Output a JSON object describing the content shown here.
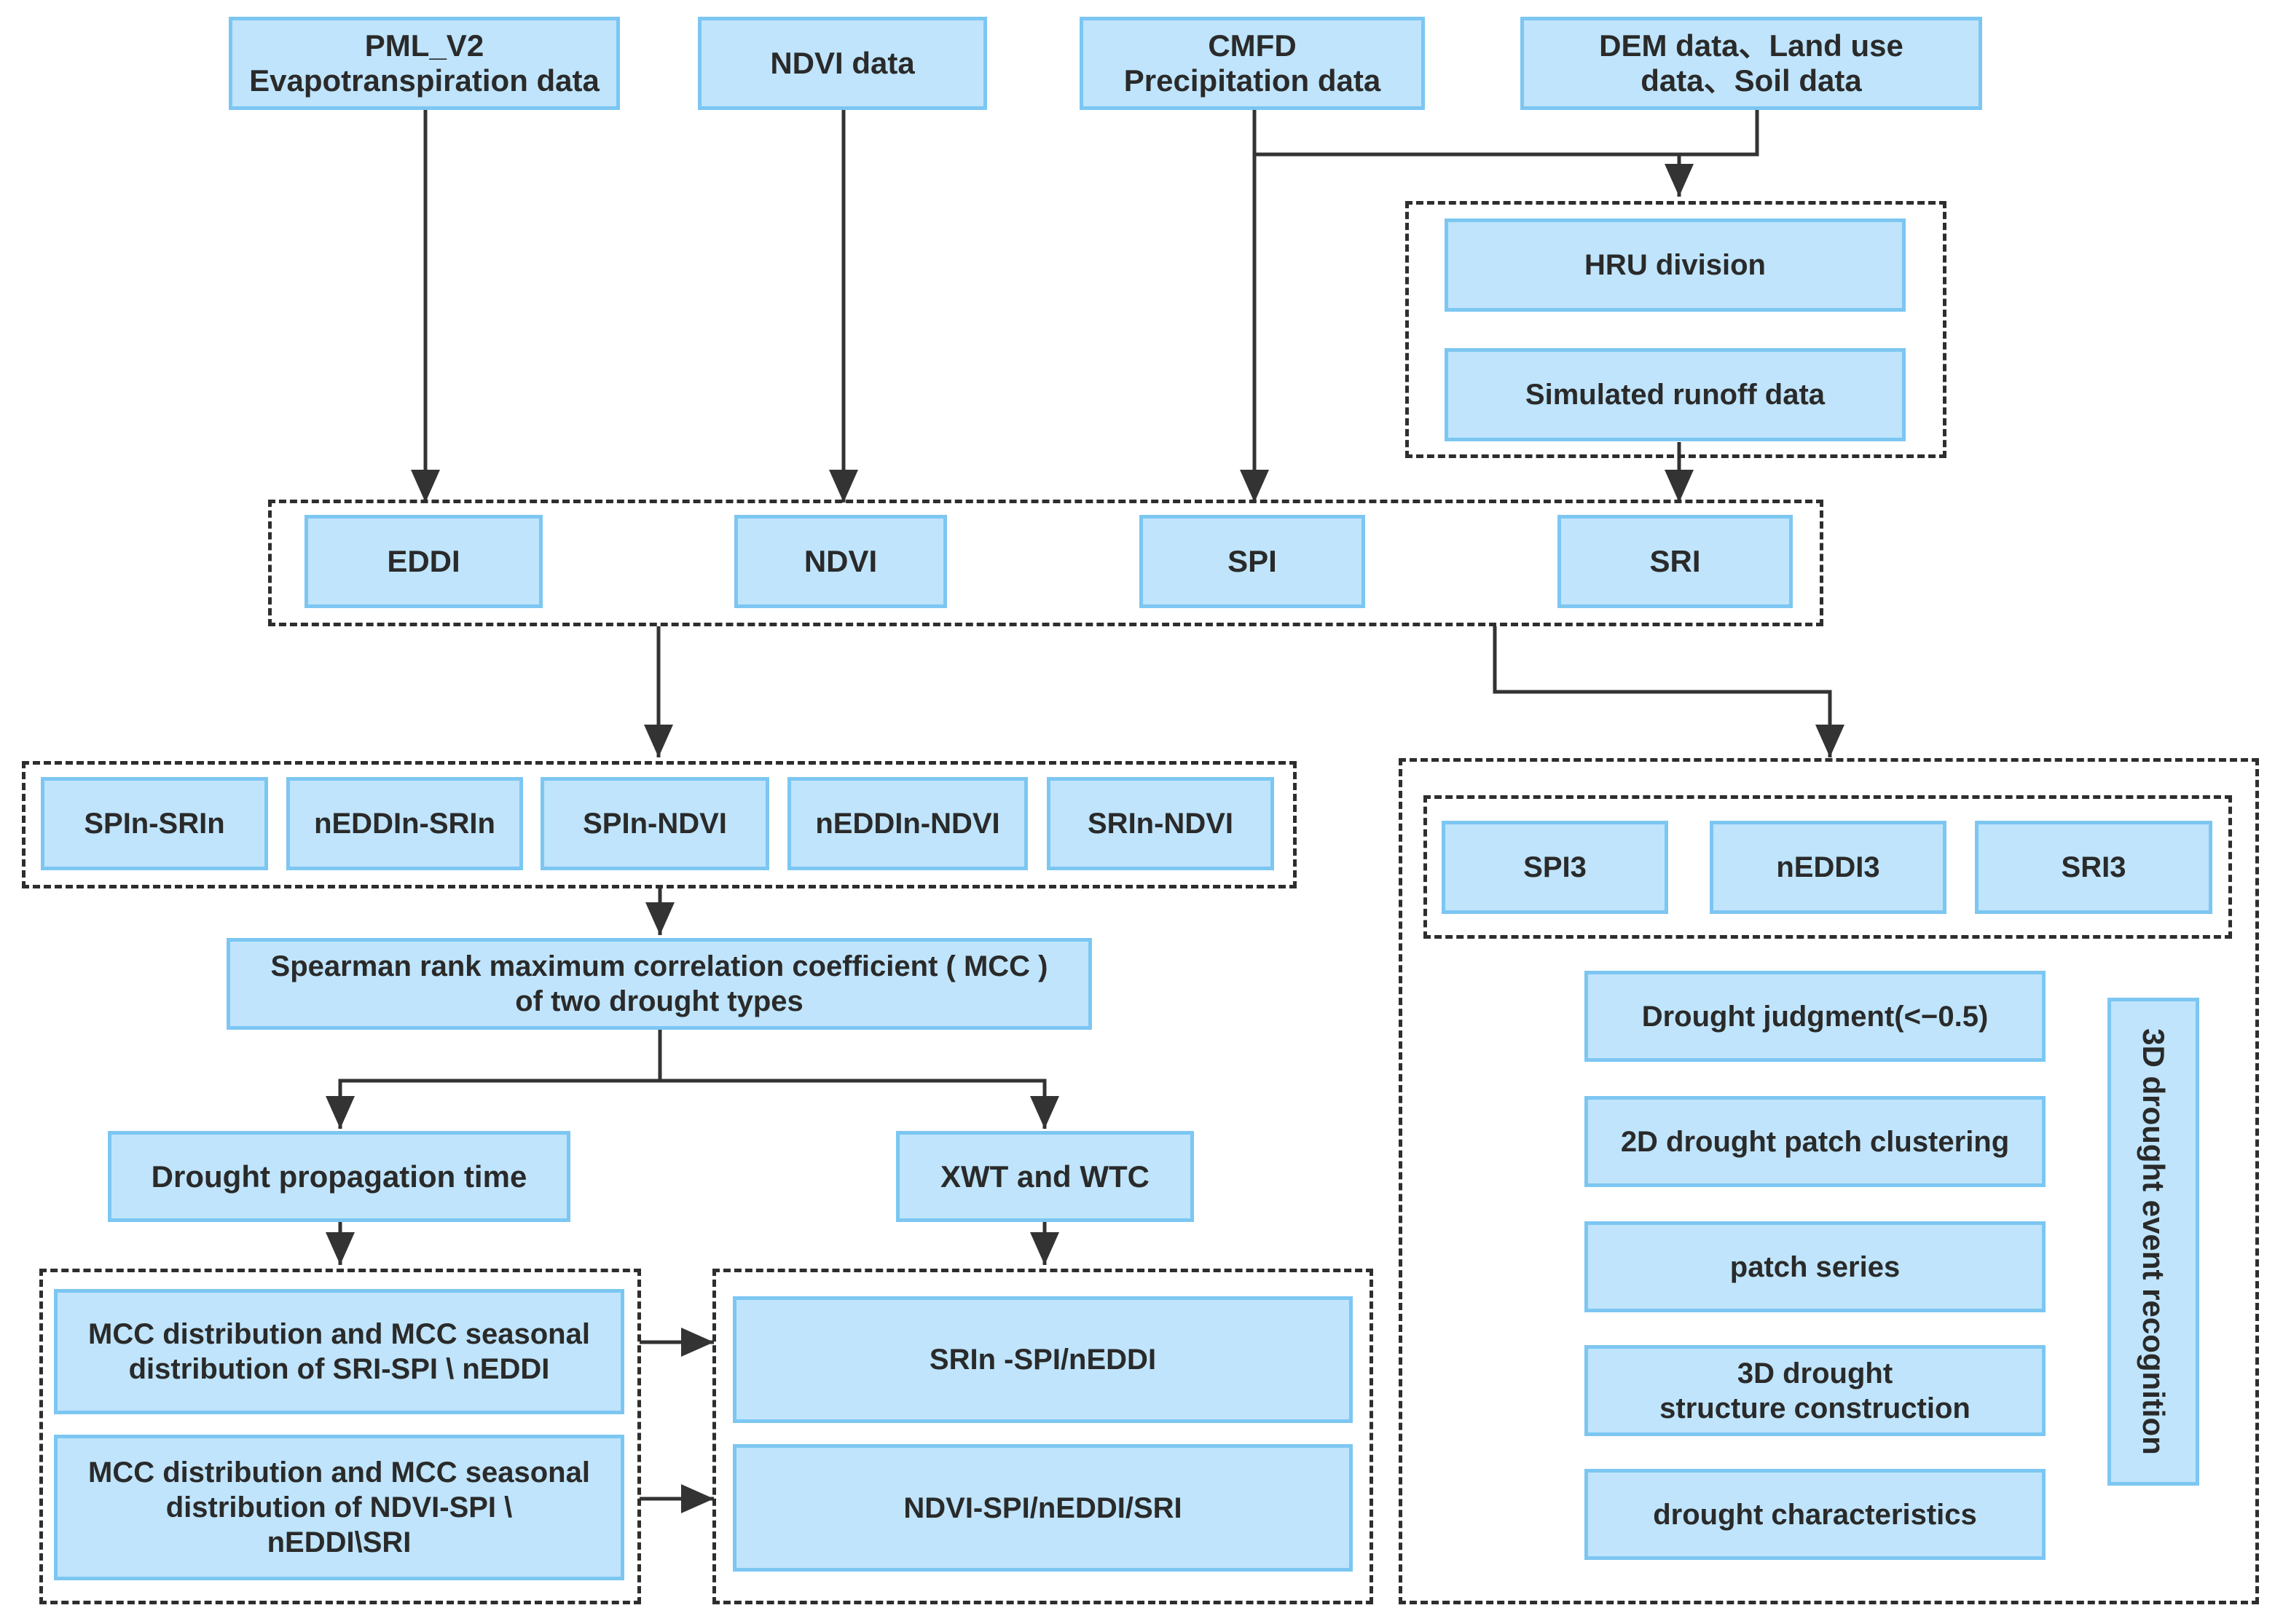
{
  "sources": {
    "pml": "PML_V2\nEvapotranspiration data",
    "ndvi": "NDVI data",
    "cmfd": "CMFD\nPrecipitation data",
    "dem": "DEM data、Land use\ndata、Soil data"
  },
  "hydro_model": {
    "hru": "HRU division",
    "runoff": "Simulated runoff data"
  },
  "indices": [
    "EDDI",
    "NDVI",
    "SPI",
    "SRI"
  ],
  "pairs": [
    "SPIn-SRIn",
    "nEDDIn-SRIn",
    "SPIn-NDVI",
    "nEDDIn-NDVI",
    "SRIn-NDVI"
  ],
  "mcc": "Spearman rank maximum correlation coefficient ( MCC )\nof two drought types",
  "propagation": "Drought propagation time",
  "xwt": "XWT and WTC",
  "mcc_distributions": [
    "MCC distribution and MCC seasonal\ndistribution of  SRI-SPI \\ nEDDI",
    "MCC distribution and MCC seasonal\ndistribution of  NDVI-SPI \\\nnEDDI\\SRI"
  ],
  "wavelet_results": [
    "SRIn -SPI/nEDDI",
    "NDVI-SPI/nEDDI/SRI"
  ],
  "scale3": [
    "SPI3",
    "nEDDI3",
    "SRI3"
  ],
  "steps": [
    "Drought judgment(<−0.5)",
    "2D drought patch clustering",
    "patch series",
    "3D drought\nstructure construction",
    "drought characteristics"
  ],
  "recognition": "3D drought event recognition",
  "colors": {
    "box_fill": "#bfe4fb",
    "box_border": "#7cc6f2",
    "line": "#333333"
  }
}
